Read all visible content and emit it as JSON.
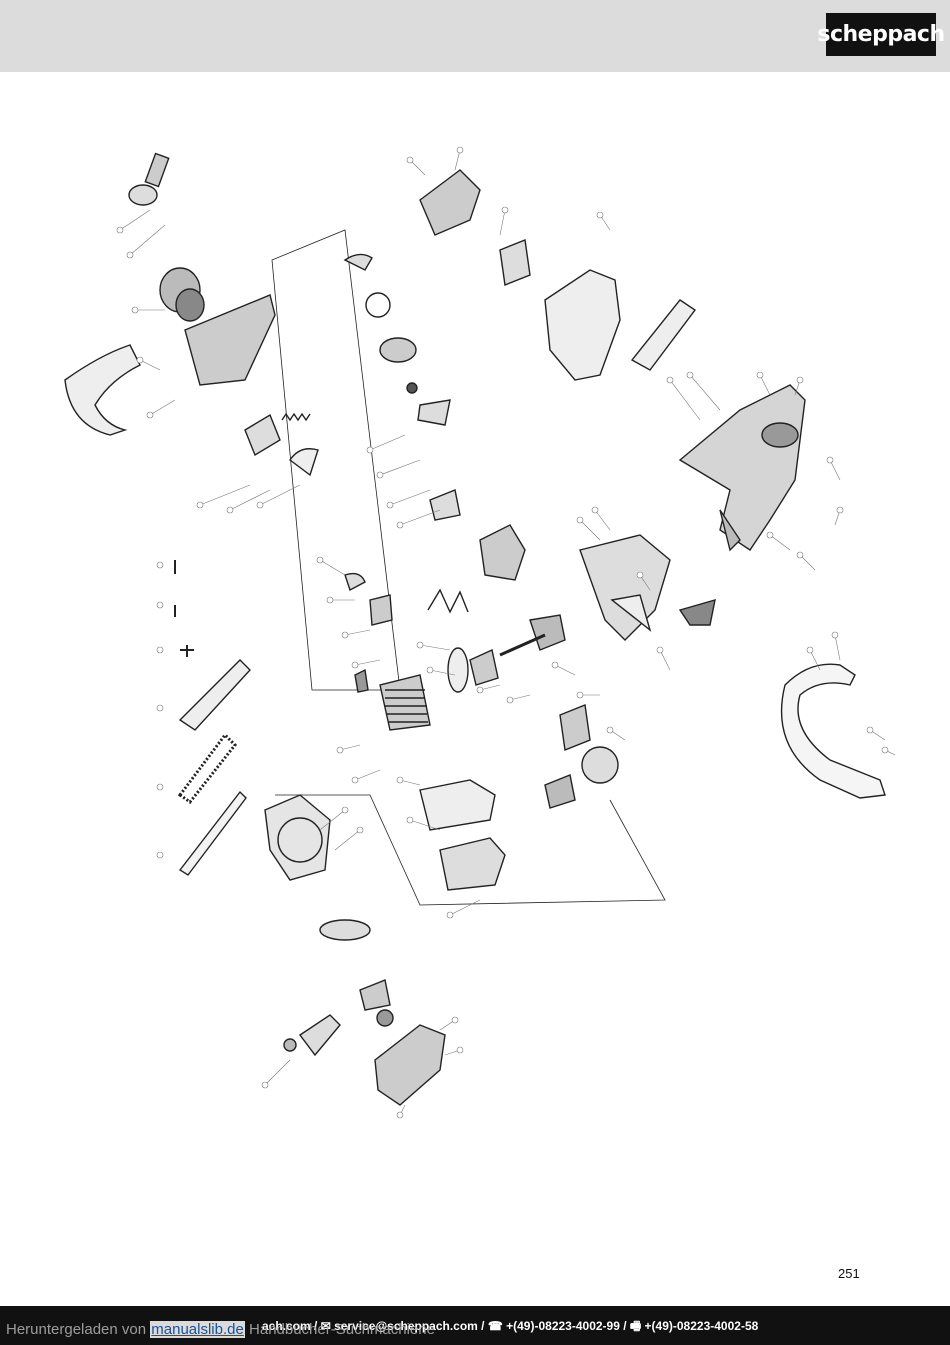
{
  "header": {
    "logo_text": "scheppach"
  },
  "page": {
    "number": "251"
  },
  "footer": {
    "contact_line": "ach.com / ✉ service@scheppach.com / ☎ +(49)-08223-4002-99 / 🖷 +(49)-08223-4002-58",
    "download_prefix": "Heruntergeladen von",
    "download_link": "manualslib.de",
    "download_suffix": "Handbücher-Suchmachiene"
  },
  "colors": {
    "header_band": "#dcdcdc",
    "footer_band": "#111111",
    "link": "#1a5fb4"
  }
}
